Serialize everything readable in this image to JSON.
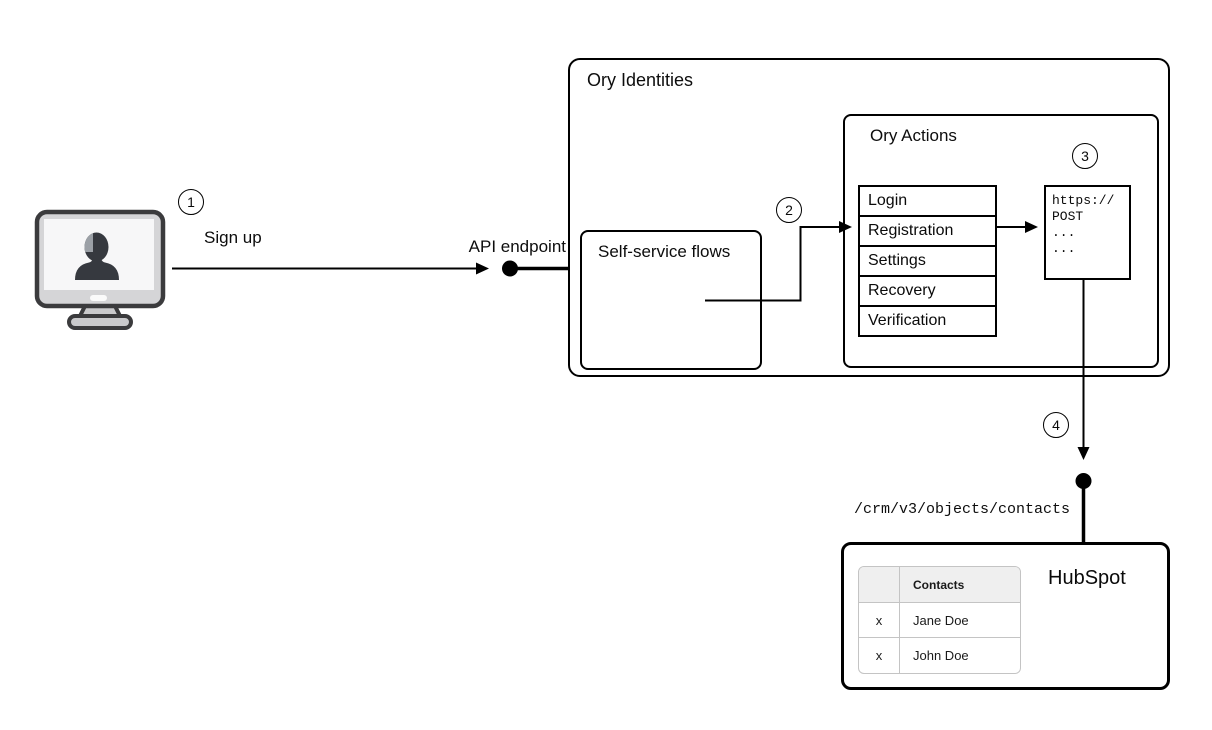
{
  "canvas": {
    "background": "#ffffff",
    "line_color": "#000000"
  },
  "icons": {
    "device": "monitor-user-icon"
  },
  "step_badges": [
    "1",
    "2",
    "3",
    "4"
  ],
  "labels": {
    "sign_up": "Sign up",
    "api_endpoint": "API endpoint",
    "hubspot_endpoint_path": "/crm/v3/objects/contacts"
  },
  "ory_identities": {
    "title": "Ory Identities",
    "self_service_flows": {
      "title": "Self-service flows"
    },
    "ory_actions": {
      "title": "Ory Actions",
      "flows": [
        "Login",
        "Registration",
        "Settings",
        "Recovery",
        "Verification"
      ],
      "webhook_code_lines": [
        "https://",
        "POST",
        "...",
        "..."
      ]
    }
  },
  "hubspot": {
    "title": "HubSpot",
    "contacts_table": {
      "headers": [
        "",
        "Contacts"
      ],
      "rows": [
        [
          "x",
          "Jane Doe"
        ],
        [
          "x",
          "John Doe"
        ]
      ]
    }
  },
  "colors": {
    "table_border": "#c4c4c4",
    "table_header_bg": "#efefef",
    "monitor_frame": "#d5d5d7",
    "silhouette": "#36393f"
  }
}
